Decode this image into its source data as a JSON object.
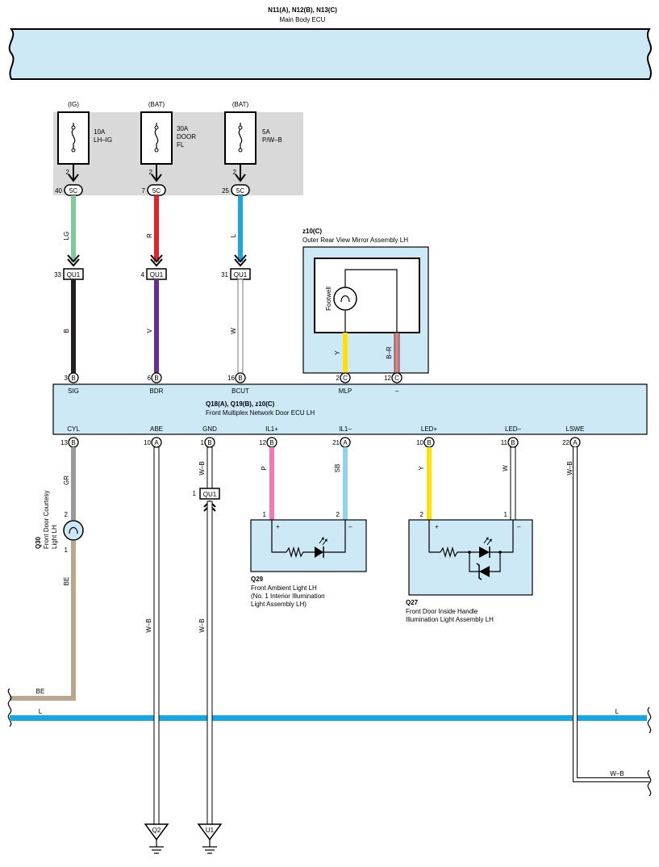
{
  "colors": {
    "panel": "#cde9f6",
    "fuse_box": "#d9d9d9",
    "LG": "#80c99a",
    "R": "#e8202a",
    "L": "#1aa6e3",
    "B": "#231f20",
    "V": "#6b2c91",
    "W": "#ffffff",
    "Y": "#ffe000",
    "BR": "#e08080",
    "GR": "#9a9a9a",
    "P": "#f07ab8",
    "SB": "#8fd3f2",
    "BE": "#b9a88e"
  },
  "top_ecu": {
    "codes": "N11(A), N12(B), N13(C)",
    "name": "Main Body ECU"
  },
  "fuses": [
    {
      "source": "(IG)",
      "rating": "10A",
      "line1": "LH–IG",
      "line2": "",
      "pin": "2",
      "conn_pin": "40",
      "conn": "5C",
      "wire": "LG"
    },
    {
      "source": "(BAT)",
      "rating": "30A",
      "line1": "DOOR",
      "line2": "FL",
      "pin": "2",
      "conn_pin": "7",
      "conn": "5C",
      "wire": "R"
    },
    {
      "source": "(BAT)",
      "rating": "5A",
      "line1": "P/W–B",
      "line2": "",
      "pin": "2",
      "conn_pin": "25",
      "conn": "5C",
      "wire": "L"
    }
  ],
  "junction_qu1": [
    {
      "pin": "33",
      "label": "QU1",
      "wire_below": "B"
    },
    {
      "pin": "4",
      "label": "QU1",
      "wire_below": "V"
    },
    {
      "pin": "31",
      "label": "QU1",
      "wire_below": "W"
    }
  ],
  "mirror": {
    "code": "z10(C)",
    "name": "Outer Rear View Mirror Assembly LH",
    "lamp_label": "Footwell",
    "wire_left": "Y",
    "wire_right": "B–R"
  },
  "door_ecu": {
    "codes": "Q18(A), Q19(B), z10(C)",
    "name": "Front Multiplex Network Door ECU LH",
    "top_pins": [
      {
        "num": "3",
        "conn": "B",
        "name": "SIG"
      },
      {
        "num": "6",
        "conn": "B",
        "name": "BDR"
      },
      {
        "num": "16",
        "conn": "B",
        "name": "BCUT"
      },
      {
        "num": "2",
        "conn": "C",
        "name": "MLP"
      },
      {
        "num": "12",
        "conn": "C",
        "name": "–"
      }
    ],
    "bottom_pins": [
      {
        "num": "13",
        "conn": "B",
        "name": "CYL"
      },
      {
        "num": "10",
        "conn": "A",
        "name": "ABE"
      },
      {
        "num": "1",
        "conn": "B",
        "name": "GND"
      },
      {
        "num": "12",
        "conn": "B",
        "name": "IL1+"
      },
      {
        "num": "21",
        "conn": "A",
        "name": "IL1–"
      },
      {
        "num": "10",
        "conn": "B",
        "name": "LED+"
      },
      {
        "num": "11",
        "conn": "B",
        "name": "LED–"
      },
      {
        "num": "22",
        "conn": "A",
        "name": "LSWE"
      }
    ]
  },
  "wire_labels": {
    "cyl": "GR",
    "abe": "W–B",
    "gnd_upper": "W–B",
    "gnd_lower": "W–B",
    "il1p": "P",
    "il1m": "SB",
    "ledp": "Y",
    "ledm": "W",
    "lswe": "W–B",
    "be_vertical": "BE",
    "be_horizontal": "BE",
    "l_left": "L",
    "l_right": "L",
    "wb_right": "W–B"
  },
  "gnd_junction": {
    "pin": "1",
    "label": "QU1"
  },
  "courtesy": {
    "code": "Q30",
    "line1": "Front Door Courtesy",
    "line2": "Light LH",
    "pin_top": "2",
    "pin_bottom": "1"
  },
  "q29": {
    "code": "Q29",
    "line1": "Front Ambient Light LH",
    "line2": "(No. 1 Interior Illumination",
    "line3": "Light Assembly LH)",
    "pin_plus": "1",
    "pin_minus": "2",
    "plus": "+",
    "minus": "–"
  },
  "q27": {
    "code": "Q27",
    "line1": "Front Door Inside Handle",
    "line2": "Illumination Light Assembly LH",
    "pin_plus": "2",
    "pin_minus": "1",
    "plus": "+",
    "minus": "–"
  },
  "grounds": [
    {
      "label": "Q2"
    },
    {
      "label": "U1"
    }
  ]
}
